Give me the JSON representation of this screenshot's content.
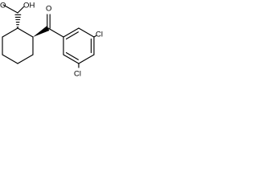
{
  "molecule": {
    "carboxyl_oh_label": "OH",
    "carboxyl_o_label": "O",
    "ketone_o_label": "O",
    "chlorine_top_label": "Cl",
    "chlorine_bottom_label": "Cl"
  },
  "colors": {
    "bond": "#000000",
    "background": "#ffffff"
  }
}
